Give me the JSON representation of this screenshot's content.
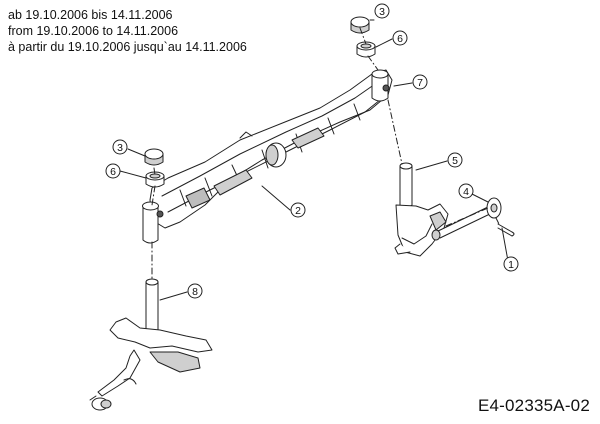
{
  "header": {
    "line_de": "ab 19.10.2006 bis 14.11.2006",
    "line_en": "from 19.10.2006 to 14.11.2006",
    "line_fr": "à partir du 19.10.2006 jusqu`au 14.11.2006"
  },
  "diagram_code": "E4-02335A-02",
  "callouts": {
    "c3_top": "3",
    "c6_top": "6",
    "c7": "7",
    "c3_left": "3",
    "c6_left": "6",
    "c5": "5",
    "c4": "4",
    "c2": "2",
    "c1": "1",
    "c8": "8"
  },
  "colors": {
    "line": "#222222",
    "fill_light": "#ffffff",
    "fill_shade": "#cfcfcf",
    "fill_dark": "#555555"
  }
}
